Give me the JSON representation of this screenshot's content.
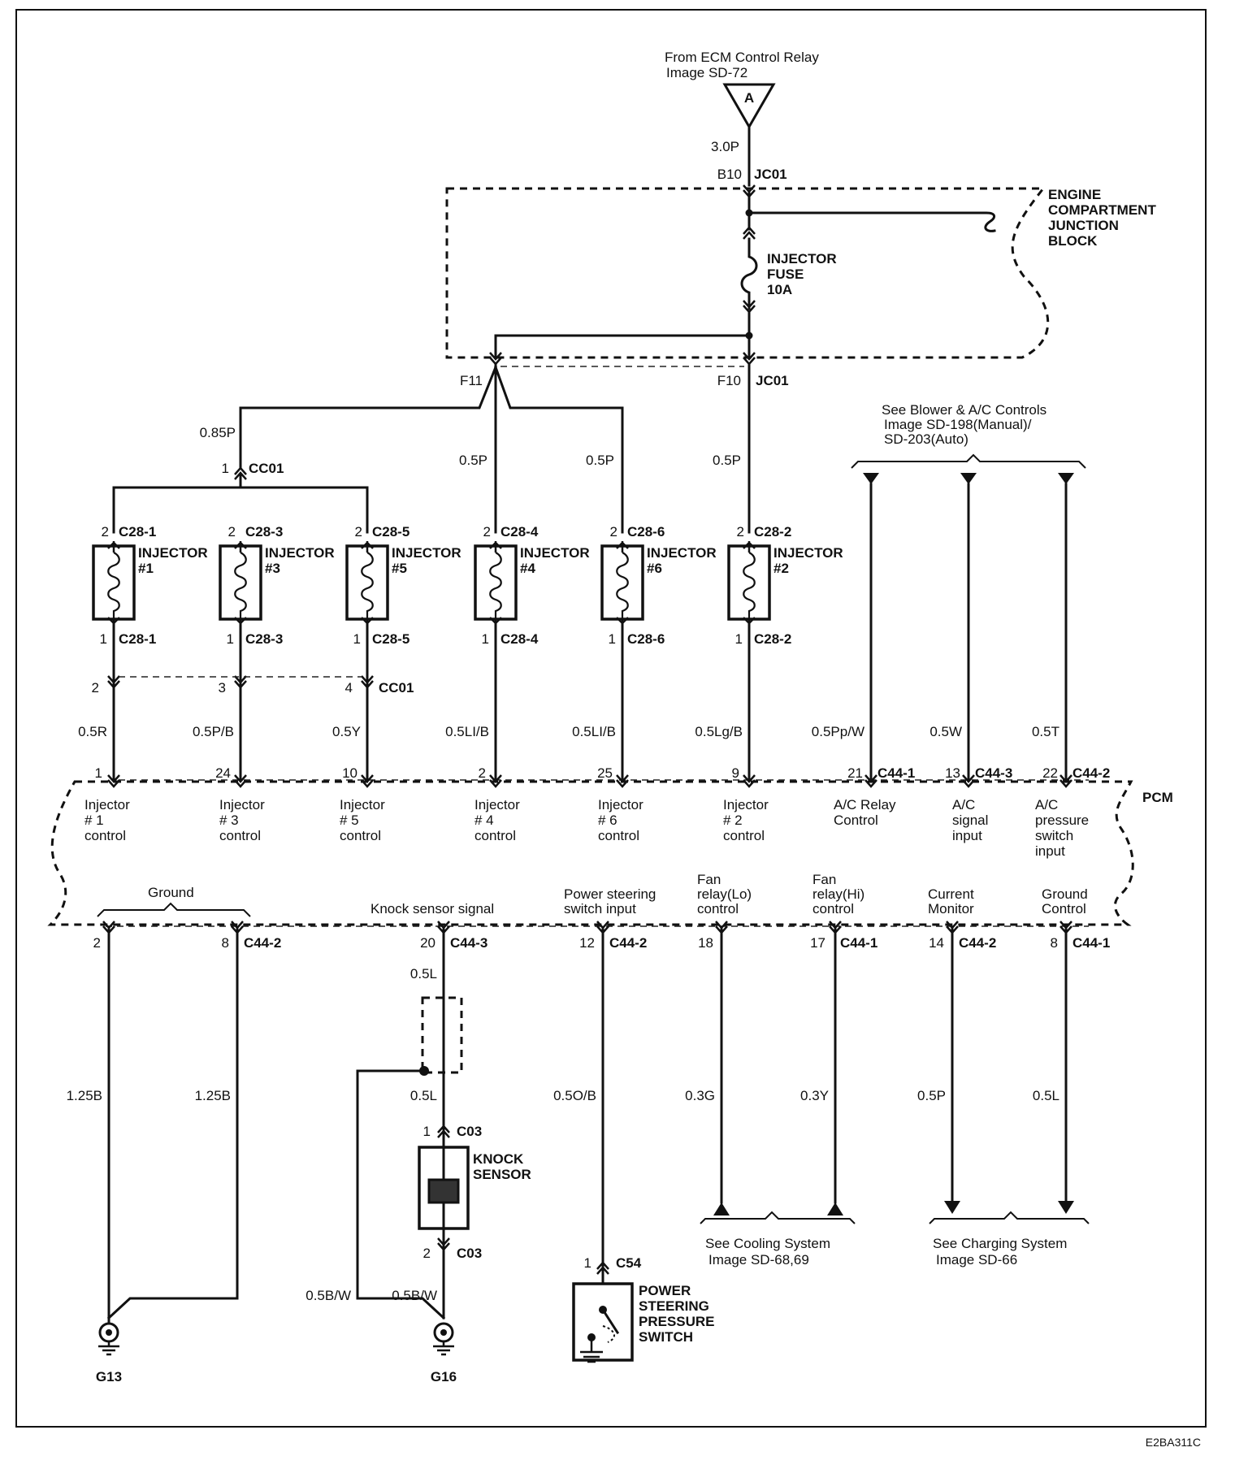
{
  "source": {
    "line1": "From ECM Control Relay",
    "line2": "Image SD-72",
    "connector_letter": "A",
    "wire": "3.0P",
    "pin": "B10",
    "connector": "JC01"
  },
  "junction_block": {
    "label_lines": [
      "ENGINE",
      "COMPARTMENT",
      "JUNCTION",
      "BLOCK"
    ],
    "fuse_lines": [
      "INJECTOR",
      "FUSE",
      "10A"
    ],
    "out_left_pin": "F11",
    "out_right_pin": "F10",
    "out_right_connector": "JC01"
  },
  "splice_cc01": {
    "wire_in": "0.85P",
    "pin_top": "1",
    "connector": "CC01",
    "bottom_pins": [
      "2",
      "3",
      "4"
    ]
  },
  "injectors": [
    {
      "name": "INJECTOR",
      "num": "#1",
      "top_pin": "2",
      "top_conn": "C28-1",
      "bottom_pin": "1",
      "bottom_conn": "C28-1",
      "supply_wire": "",
      "out_wire": "0.5R",
      "pcm_pin": "1",
      "pcm_lines": [
        "Injector",
        "# 1",
        "control"
      ]
    },
    {
      "name": "INJECTOR",
      "num": "#3",
      "top_pin": "2",
      "top_conn": "C28-3",
      "bottom_pin": "1",
      "bottom_conn": "C28-3",
      "supply_wire": "",
      "out_wire": "0.5P/B",
      "pcm_pin": "24",
      "pcm_lines": [
        "Injector",
        "# 3",
        "control"
      ]
    },
    {
      "name": "INJECTOR",
      "num": "#5",
      "top_pin": "2",
      "top_conn": "C28-5",
      "bottom_pin": "1",
      "bottom_conn": "C28-5",
      "supply_wire": "",
      "out_wire": "0.5Y",
      "pcm_pin": "10",
      "pcm_lines": [
        "Injector",
        "# 5",
        "control"
      ]
    },
    {
      "name": "INJECTOR",
      "num": "#4",
      "top_pin": "2",
      "top_conn": "C28-4",
      "bottom_pin": "1",
      "bottom_conn": "C28-4",
      "supply_wire": "0.5P",
      "out_wire": "0.5LI/B",
      "pcm_pin": "2",
      "pcm_lines": [
        "Injector",
        "# 4",
        "control"
      ]
    },
    {
      "name": "INJECTOR",
      "num": "#6",
      "top_pin": "2",
      "top_conn": "C28-6",
      "bottom_pin": "1",
      "bottom_conn": "C28-6",
      "supply_wire": "0.5P",
      "out_wire": "0.5LI/B",
      "pcm_pin": "25",
      "pcm_lines": [
        "Injector",
        "# 6",
        "control"
      ]
    },
    {
      "name": "INJECTOR",
      "num": "#2",
      "top_pin": "2",
      "top_conn": "C28-2",
      "bottom_pin": "1",
      "bottom_conn": "C28-2",
      "supply_wire": "0.5P",
      "out_wire": "0.5Lg/B",
      "pcm_pin": "9",
      "pcm_lines": [
        "Injector",
        "# 2",
        "control"
      ]
    }
  ],
  "blower_ref": {
    "line1": "See Blower & A/C Controls",
    "line2": "Image SD-198(Manual)/",
    "line3": "SD-203(Auto)"
  },
  "ac_signals": [
    {
      "wire": "0.5Pp/W",
      "pin": "21",
      "conn": "C44-1",
      "lines": [
        "A/C Relay",
        "Control"
      ]
    },
    {
      "wire": "0.5W",
      "pin": "13",
      "conn": "C44-3",
      "lines": [
        "A/C",
        "signal",
        "input"
      ]
    },
    {
      "wire": "0.5T",
      "pin": "22",
      "conn": "C44-2",
      "lines": [
        "A/C",
        "pressure",
        "switch",
        "input"
      ]
    }
  ],
  "pcm": {
    "label": "PCM"
  },
  "ground": {
    "label": "Ground",
    "pin_a": "2",
    "pin_b": "8",
    "conn": "C44-2",
    "wire_a": "1.25B",
    "wire_b": "1.25B",
    "ground_id": "G13"
  },
  "knock": {
    "label": "Knock sensor signal",
    "pin": "20",
    "conn": "C44-3",
    "wire_top": "0.5L",
    "wire_mid": "0.5L",
    "sensor_pin_top": "1",
    "sensor_conn": "C03",
    "sensor_lines": [
      "KNOCK",
      "SENSOR"
    ],
    "sensor_pin_bottom": "2",
    "wire_shield": "0.5B/W",
    "wire_bottom": "0.5B/W",
    "ground_id": "G16"
  },
  "power_steering": {
    "lines": [
      "Power steering",
      "switch input"
    ],
    "pin": "12",
    "conn": "C44-2",
    "wire": "0.5O/B",
    "switch_pin": "1",
    "switch_conn": "C54",
    "switch_lines": [
      "POWER",
      "STEERING",
      "PRESSURE",
      "SWITCH"
    ]
  },
  "fan": {
    "lo_lines": [
      "Fan",
      "relay(Lo)",
      "control"
    ],
    "lo_pin": "18",
    "lo_wire": "0.3G",
    "hi_lines": [
      "Fan",
      "relay(Hi)",
      "control"
    ],
    "hi_pin": "17",
    "hi_conn": "C44-1",
    "hi_wire": "0.3Y",
    "ref_line1": "See Cooling System",
    "ref_line2": "Image SD-68,69"
  },
  "charging": {
    "current_lines": [
      "Current",
      "Monitor"
    ],
    "current_pin": "14",
    "current_conn": "C44-2",
    "current_wire": "0.5P",
    "ground_ctrl_lines": [
      "Ground",
      "Control"
    ],
    "ground_ctrl_pin": "8",
    "ground_ctrl_conn": "C44-1",
    "ground_ctrl_wire": "0.5L",
    "ref_line1": "See Charging System",
    "ref_line2": "Image SD-66"
  },
  "figure_code": "E2BA311C"
}
